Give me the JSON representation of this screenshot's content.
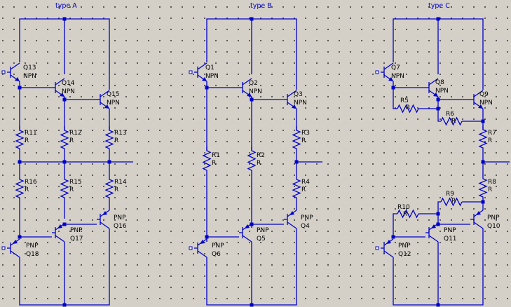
{
  "colors": {
    "background": "#d4d0c8",
    "wire": "#0000cc",
    "label": "#000000",
    "title": "#0000cc"
  },
  "sections": [
    {
      "title": "type A"
    },
    {
      "title": "type B"
    },
    {
      "title": "type C"
    }
  ],
  "labels": {
    "Q13": "Q13",
    "Q14": "Q14",
    "Q15": "Q15",
    "Q16": "Q16",
    "Q17": "Q17",
    "Q18": "Q18",
    "R11": "R11",
    "R12": "R12",
    "R13": "R13",
    "R14": "R14",
    "R15": "R15",
    "R16": "R16",
    "Q1": "Q1",
    "Q2": "Q2",
    "Q3": "Q3",
    "Q4": "Q4",
    "Q5": "Q5",
    "Q6": "Q6",
    "R1": "R1",
    "R2": "R2",
    "R3": "R3",
    "R4": "R4",
    "Q7": "Q7",
    "Q8": "Q8",
    "Q9": "Q9",
    "Q10": "Q10",
    "Q11": "Q11",
    "Q12": "Q12",
    "R5": "R5",
    "R6": "R6",
    "R7": "R7",
    "R8": "R8",
    "R9": "R9",
    "R10": "R10",
    "npn": "NPN",
    "pnp": "PNP",
    "r": "R"
  }
}
